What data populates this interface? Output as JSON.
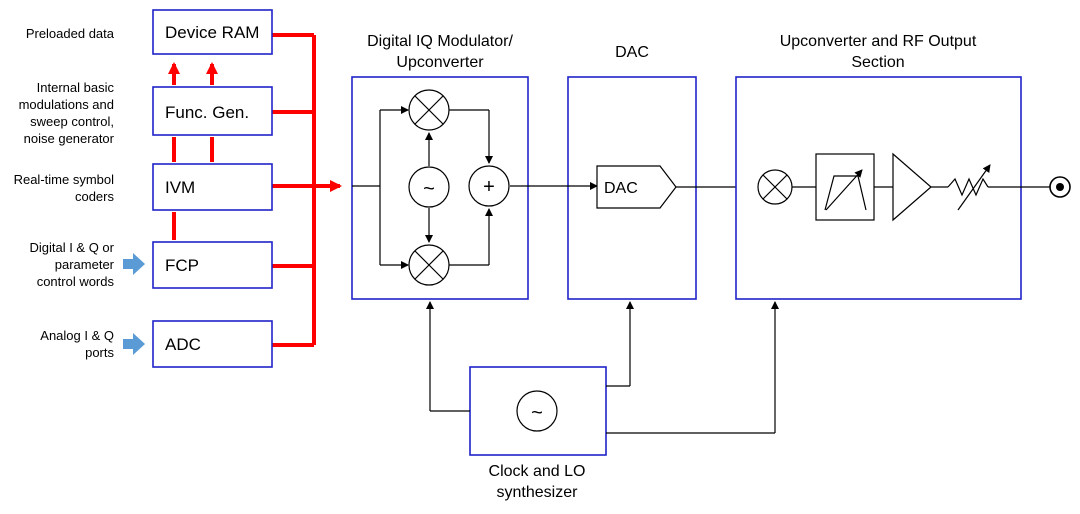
{
  "inputs": {
    "preloaded": [
      "Preloaded data"
    ],
    "internal": [
      "Internal basic",
      "modulations and",
      "sweep control,",
      "noise generator"
    ],
    "realtime": [
      "Real-time symbol",
      "coders"
    ],
    "digital": [
      "Digital I & Q or",
      "parameter",
      "control words"
    ],
    "analog": [
      "Analog I & Q",
      "ports"
    ]
  },
  "blocks": {
    "device_ram": "Device RAM",
    "func_gen": "Func. Gen.",
    "ivm": "IVM",
    "fcp": "FCP",
    "adc": "ADC",
    "dac_inner": "DAC"
  },
  "sections": {
    "modulator": [
      "Digital IQ Modulator/",
      "Upconverter"
    ],
    "dac": [
      "DAC"
    ],
    "upconverter": [
      "Upconverter and RF Output",
      "Section"
    ],
    "synth": [
      "Clock and LO",
      "synthesizer"
    ]
  },
  "symbols": {
    "oscillator": "~",
    "adder": "+"
  },
  "colors": {
    "bus": "#ff0000",
    "box_border": "#1f23c8",
    "input_arrow": "#5b9bd5"
  }
}
